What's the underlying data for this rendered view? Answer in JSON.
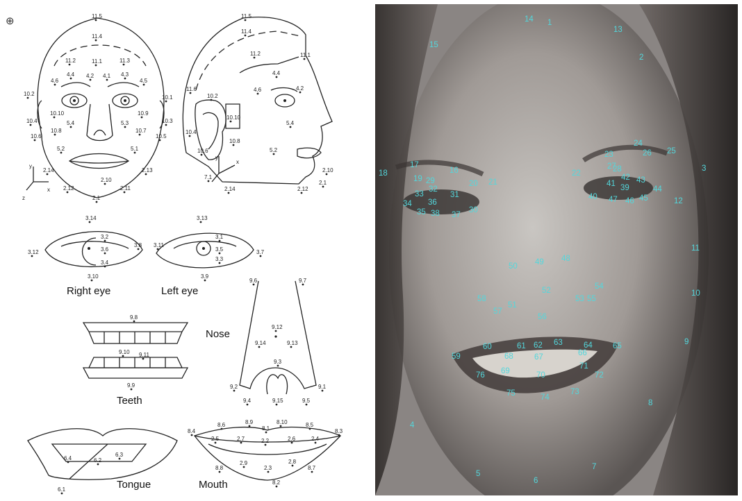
{
  "corner_glyph": "⊕",
  "captions": {
    "right_eye": "Right eye",
    "left_eye": "Left eye",
    "nose": "Nose",
    "teeth": "Teeth",
    "tongue": "Tongue",
    "mouth": "Mouth"
  },
  "axis_labels": {
    "y": "y",
    "x": "x",
    "z": "z"
  },
  "diagram_labels": [
    {
      "id": "f-11-5",
      "t": "11.5"
    },
    {
      "id": "f-11-4",
      "t": "11.4"
    },
    {
      "id": "f-11-2",
      "t": "11.2"
    },
    {
      "id": "f-11-1",
      "t": "11.1"
    },
    {
      "id": "f-11-3",
      "t": "11.3"
    },
    {
      "id": "f-4-4",
      "t": "4.4"
    },
    {
      "id": "f-4-2",
      "t": "4.2"
    },
    {
      "id": "f-4-1",
      "t": "4.1"
    },
    {
      "id": "f-4-3",
      "t": "4.3"
    },
    {
      "id": "f-4-6",
      "t": "4.6"
    },
    {
      "id": "f-4-5",
      "t": "4.5"
    },
    {
      "id": "f-10-2",
      "t": "10.2"
    },
    {
      "id": "f-10-1",
      "t": "10.1"
    },
    {
      "id": "f-10-10",
      "t": "10.10"
    },
    {
      "id": "f-10-9",
      "t": "10.9"
    },
    {
      "id": "f-10-4",
      "t": "10.4"
    },
    {
      "id": "f-10-3",
      "t": "10.3"
    },
    {
      "id": "f-10-8",
      "t": "10.8"
    },
    {
      "id": "f-10-7",
      "t": "10.7"
    },
    {
      "id": "f-10-6",
      "t": "10.6"
    },
    {
      "id": "f-10-5",
      "t": "10.5"
    },
    {
      "id": "f-5-4",
      "t": "5.4"
    },
    {
      "id": "f-5-3",
      "t": "5.3"
    },
    {
      "id": "f-5-2",
      "t": "5.2"
    },
    {
      "id": "f-5-1",
      "t": "5.1"
    },
    {
      "id": "f-2-14",
      "t": "2.14"
    },
    {
      "id": "f-2-13",
      "t": "2.13"
    },
    {
      "id": "f-2-10",
      "t": "2.10"
    },
    {
      "id": "f-2-12",
      "t": "2.12"
    },
    {
      "id": "f-2-11",
      "t": "2.11"
    },
    {
      "id": "f-2-1",
      "t": "2.1"
    },
    {
      "id": "s-11-5",
      "t": "11.5"
    },
    {
      "id": "s-11-4",
      "t": "11.4"
    },
    {
      "id": "s-11-2",
      "t": "11.2"
    },
    {
      "id": "s-11-1",
      "t": "11.1"
    },
    {
      "id": "s-11-6",
      "t": "11.6"
    },
    {
      "id": "s-10-2",
      "t": "10.2"
    },
    {
      "id": "s-4-4",
      "t": "4.4"
    },
    {
      "id": "s-4-6",
      "t": "4.6"
    },
    {
      "id": "s-4-2",
      "t": "4.2"
    },
    {
      "id": "s-10-10",
      "t": "10.10"
    },
    {
      "id": "s-5-4",
      "t": "5.4"
    },
    {
      "id": "s-10-4",
      "t": "10.4"
    },
    {
      "id": "s-10-8",
      "t": "10.8"
    },
    {
      "id": "s-10-6",
      "t": "10.6"
    },
    {
      "id": "s-5-2",
      "t": "5.2"
    },
    {
      "id": "s-7-1",
      "t": "7.1"
    },
    {
      "id": "s-2-14",
      "t": "2.14"
    },
    {
      "id": "s-2-12",
      "t": "2.12"
    },
    {
      "id": "s-2-10",
      "t": "2.10"
    },
    {
      "id": "s-2-1",
      "t": "2.1"
    },
    {
      "id": "re-3-14",
      "t": "3.14"
    },
    {
      "id": "re-3-2",
      "t": "3.2"
    },
    {
      "id": "re-3-6",
      "t": "3.6"
    },
    {
      "id": "re-3-12",
      "t": "3.12"
    },
    {
      "id": "re-3-8",
      "t": "3.8"
    },
    {
      "id": "re-3-4",
      "t": "3.4"
    },
    {
      "id": "re-3-10",
      "t": "3.10"
    },
    {
      "id": "le-3-13",
      "t": "3.13"
    },
    {
      "id": "le-3-1",
      "t": "3.1"
    },
    {
      "id": "le-3-5",
      "t": "3.5"
    },
    {
      "id": "le-3-11",
      "t": "3.11"
    },
    {
      "id": "le-3-7",
      "t": "3.7"
    },
    {
      "id": "le-3-3",
      "t": "3.3"
    },
    {
      "id": "le-3-9",
      "t": "3.9"
    },
    {
      "id": "n-9-6",
      "t": "9.6"
    },
    {
      "id": "n-9-7",
      "t": "9.7"
    },
    {
      "id": "n-9-12",
      "t": "9.12"
    },
    {
      "id": "n-9-14",
      "t": "9.14"
    },
    {
      "id": "n-9-13",
      "t": "9.13"
    },
    {
      "id": "n-9-3",
      "t": "9.3"
    },
    {
      "id": "n-9-2",
      "t": "9.2"
    },
    {
      "id": "n-9-1",
      "t": "9.1"
    },
    {
      "id": "n-9-4",
      "t": "9.4"
    },
    {
      "id": "n-9-15",
      "t": "9.15"
    },
    {
      "id": "n-9-5",
      "t": "9.5"
    },
    {
      "id": "t-9-8",
      "t": "9.8"
    },
    {
      "id": "t-9-10",
      "t": "9.10"
    },
    {
      "id": "t-9-11",
      "t": "9.11"
    },
    {
      "id": "t-9-9",
      "t": "9.9"
    },
    {
      "id": "tg-6-4",
      "t": "6.4"
    },
    {
      "id": "tg-6-2",
      "t": "6.2"
    },
    {
      "id": "tg-6-3",
      "t": "6.3"
    },
    {
      "id": "tg-6-1",
      "t": "6.1"
    },
    {
      "id": "m-8-4",
      "t": "8.4"
    },
    {
      "id": "m-8-6",
      "t": "8.6"
    },
    {
      "id": "m-8-9",
      "t": "8.9"
    },
    {
      "id": "m-8-1",
      "t": "8.1"
    },
    {
      "id": "m-8-10",
      "t": "8.10"
    },
    {
      "id": "m-8-5",
      "t": "8.5"
    },
    {
      "id": "m-8-3",
      "t": "8.3"
    },
    {
      "id": "m-2-5",
      "t": "2.5"
    },
    {
      "id": "m-2-7",
      "t": "2.7"
    },
    {
      "id": "m-2-2",
      "t": "2.2"
    },
    {
      "id": "m-2-6",
      "t": "2.6"
    },
    {
      "id": "m-2-4",
      "t": "2.4"
    },
    {
      "id": "m-8-8",
      "t": "8.8"
    },
    {
      "id": "m-2-9",
      "t": "2.9"
    },
    {
      "id": "m-2-8",
      "t": "2.8"
    },
    {
      "id": "m-8-7",
      "t": "8.7"
    },
    {
      "id": "m-2-3",
      "t": "2.3"
    },
    {
      "id": "m-8-2",
      "t": "8.2"
    }
  ],
  "photo_points": [
    "1",
    "2",
    "3",
    "4",
    "5",
    "6",
    "7",
    "8",
    "9",
    "10",
    "11",
    "12",
    "13",
    "14",
    "15",
    "16",
    "17",
    "18",
    "19",
    "20",
    "21",
    "22",
    "23",
    "24",
    "25",
    "26",
    "27",
    "28",
    "29",
    "30",
    "31",
    "32",
    "33",
    "34",
    "35",
    "36",
    "37",
    "38",
    "39",
    "40",
    "41",
    "42",
    "43",
    "44",
    "45",
    "46",
    "47",
    "48",
    "49",
    "50",
    "51",
    "52",
    "53",
    "54",
    "55",
    "56",
    "57",
    "58",
    "59",
    "60",
    "61",
    "62",
    "63",
    "64",
    "65",
    "66",
    "67",
    "68",
    "69",
    "70",
    "71",
    "72",
    "73",
    "74",
    "75",
    "76"
  ],
  "colors": {
    "landmark": "#53d7dc",
    "ink": "#222222",
    "photo_bg": "#8a8583"
  }
}
